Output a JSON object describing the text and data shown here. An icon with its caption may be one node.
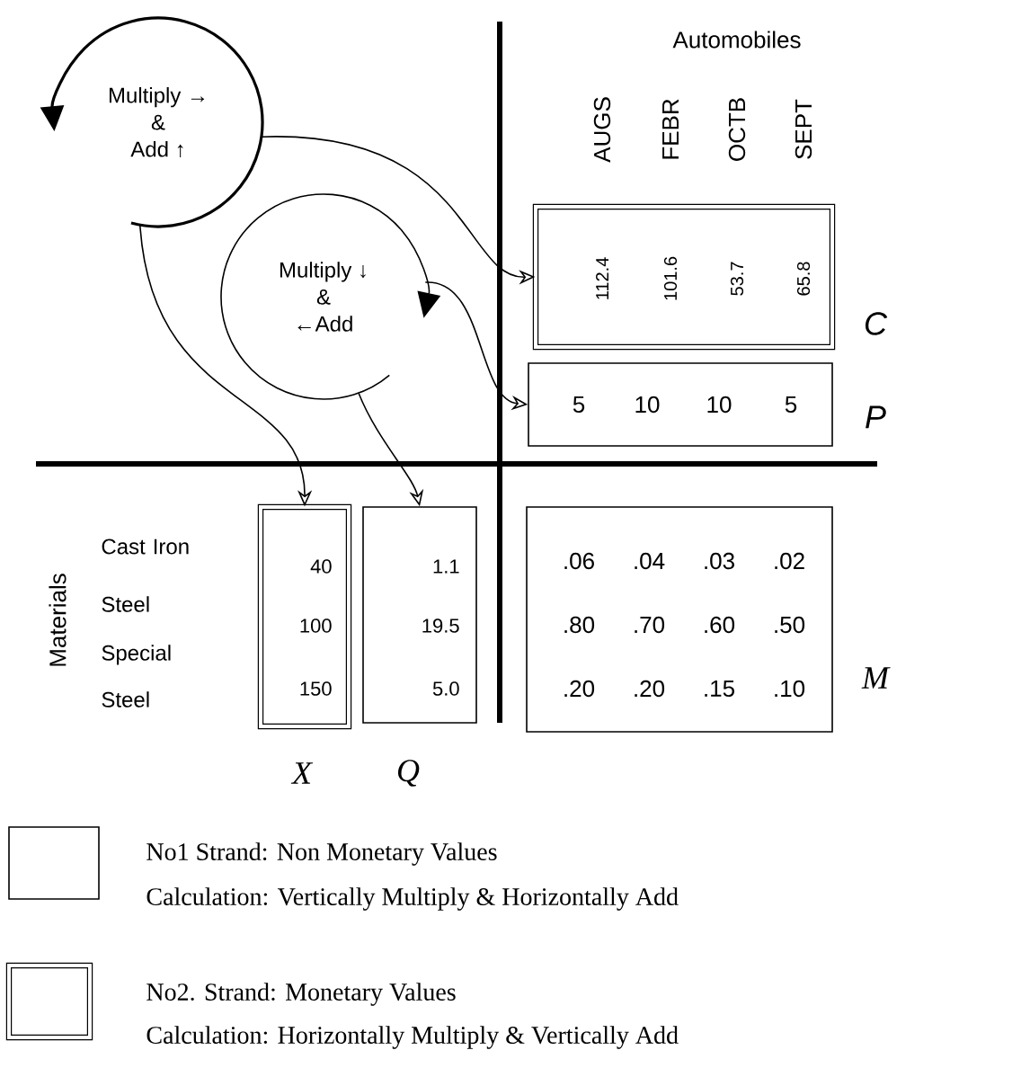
{
  "diagram": {
    "nodes": [
      {
        "text": [
          "Multiply →",
          "&",
          "Add ↑"
        ]
      },
      {
        "text": [
          "Multiply ↓",
          "&",
          "←Add"
        ]
      },
      {
        "text": [
          "112.4",
          "101.6",
          "53.7",
          "65.8"
        ],
        "beside": [
          "C"
        ]
      },
      {
        "text": [
          "5",
          "10",
          "10",
          "5"
        ],
        "beside": [
          "P"
        ]
      },
      {
        "text": [
          "40",
          "100",
          "150"
        ],
        "beside": [
          "X"
        ]
      },
      {
        "text": [
          "1.1",
          "19.5",
          "5.0"
        ],
        "beside": [
          "Q"
        ]
      },
      {
        "text": [
          ".06",
          ".04",
          ".03",
          ".02",
          ".80",
          ".70",
          ".60",
          ".50",
          ".20",
          ".20",
          ".15",
          ".10"
        ],
        "beside": [
          "M"
        ]
      }
    ],
    "edges": [
      {
        "from": 0,
        "to": 2,
        "arrow": "to"
      },
      {
        "from": 0,
        "to": 4,
        "arrow": "to"
      },
      {
        "from": 1,
        "to": 3,
        "arrow": "to"
      },
      {
        "from": 1,
        "to": 5,
        "arrow": "to"
      }
    ],
    "labels": [
      "Automobiles",
      "AUGS",
      "FEBR",
      "OCTB",
      "SEPT",
      "Materials",
      "Cast Iron",
      "Steel",
      "Special Steel",
      "Calculation: Vertically Multiply & Horizontally Add",
      "Calculation: Horizontally Multiply & Vertically Add"
    ],
    "legend": [
      {
        "text": "No1 Strand: Non Monetary Values"
      },
      {
        "text": "No2. Strand: Monetary Values"
      }
    ]
  }
}
